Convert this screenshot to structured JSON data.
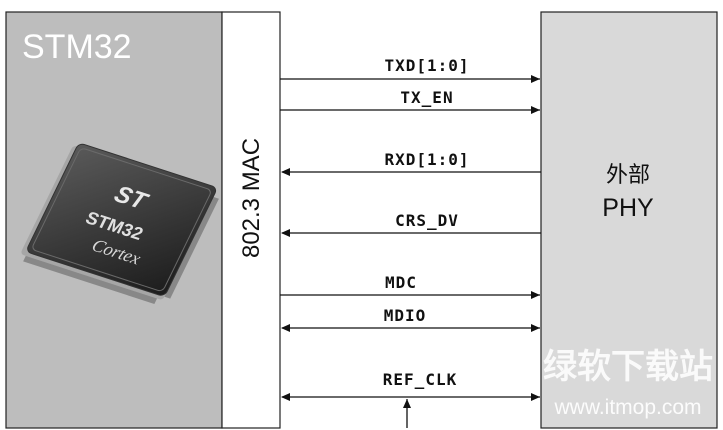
{
  "mcu": {
    "title": "STM32",
    "chip_logo": "ST",
    "chip_name": "STM32",
    "chip_core": "Cortex"
  },
  "mac": {
    "label": "802.3 MAC"
  },
  "phy": {
    "label_cn": "外部",
    "label_en": "PHY"
  },
  "signals": [
    {
      "label": "TXD[1:0]",
      "direction": "to-phy"
    },
    {
      "label": "TX_EN",
      "direction": "to-phy"
    },
    {
      "label": "RXD[1:0]",
      "direction": "to-mac"
    },
    {
      "label": "CRS_DV",
      "direction": "to-mac"
    },
    {
      "label": "MDC",
      "direction": "to-phy"
    },
    {
      "label": "MDIO",
      "direction": "bidirectional"
    },
    {
      "label": "REF_CLK",
      "direction": "bidirectional"
    }
  ],
  "watermark": {
    "cn": "绿软下载站",
    "url": "www.itmop.com"
  },
  "colors": {
    "mcu_fill": "#bdbdbd",
    "phy_fill": "#d9d9d9",
    "line": "#111111"
  }
}
